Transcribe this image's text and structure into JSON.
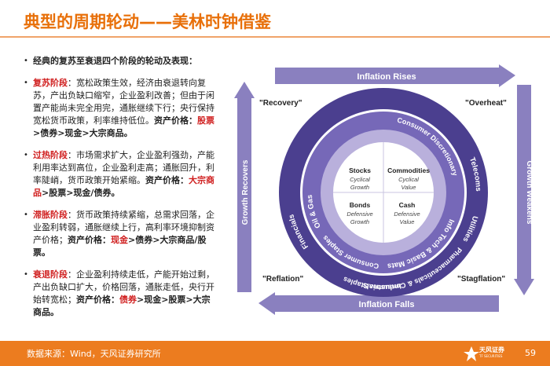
{
  "header": {
    "title": "典型的周期轮动——美林时钟借鉴"
  },
  "left": {
    "intro": "经典的复苏至衰退四个阶段的轮动及表现：",
    "phases": [
      {
        "name": "复苏阶段",
        "text": "：宽松政策生效，经济由衰退转向复苏，产出负缺口缩窄，企业盈利改善；但由于闲置产能尚未完全用完，通胀继续下行；央行保持宽松货币政策，利率维持低位。",
        "price_label": "资产价格：",
        "price_highlight": "股票",
        "price_rest": ">债券>现金>大宗商品。"
      },
      {
        "name": "过热阶段",
        "text": "：市场需求扩大，企业盈利强劲，产能利用率达到高位，企业盈利走高；通胀回升，利率陡峭，货币政策开始紧缩。",
        "price_label": "资产价格：",
        "price_highlight": "大宗商品",
        "price_rest": ">股票>现金/债券。"
      },
      {
        "name": "滞胀阶段",
        "text": "：货币政策持续紧缩，总需求回落，企业盈利转弱，通胀继续上行，高利率环境抑制资产价格；",
        "price_label": "资产价格：",
        "price_highlight": "现金",
        "price_rest": ">债券>大宗商品/股票。"
      },
      {
        "name": "衰退阶段",
        "text": "：企业盈利持续走低，产能开始过剩，产出负缺口扩大，价格回落，通胀走低，央行开始转宽松；",
        "price_label": "资产价格：",
        "price_highlight": "债券",
        "price_rest": ">现金>股票>大宗商品。"
      }
    ]
  },
  "diagram": {
    "arrows": {
      "top": "Inflation Rises",
      "bottom": "Inflation Falls",
      "left": "Growth Recovers",
      "right": "Growth Weakens"
    },
    "corners": {
      "top_left": "\"Recovery\"",
      "top_right": "\"Overheat\"",
      "bottom_left": "\"Reflation\"",
      "bottom_right": "\"Stagflation\""
    },
    "outer_ring": [
      "Telecoms",
      "Info Tech & Basic Mats",
      "Industrials",
      "Oil & Gas",
      "Utilities",
      "Pharmaceuticals & Consumer Staples",
      "Financials",
      "Consumer Staples",
      "Consumer Discretionary"
    ],
    "quadrants": [
      {
        "title": "Stocks",
        "line1": "Cyclical",
        "line2": "Growth"
      },
      {
        "title": "Commodities",
        "line1": "Cyclical",
        "line2": "Value"
      },
      {
        "title": "Bonds",
        "line1": "Defensive",
        "line2": "Growth"
      },
      {
        "title": "Cash",
        "line1": "Defensive",
        "line2": "Value"
      }
    ],
    "colors": {
      "dark_purple": "#4b3f8f",
      "mid_purple": "#7668b8",
      "light_purple": "#b9b0dc",
      "arrow_fill": "#8a80bf"
    }
  },
  "footer": {
    "source": "数据来源：Wind，天风证券研究所",
    "logo": "天风证券",
    "logo_sub": "TF SECURITIES",
    "page": "59"
  }
}
